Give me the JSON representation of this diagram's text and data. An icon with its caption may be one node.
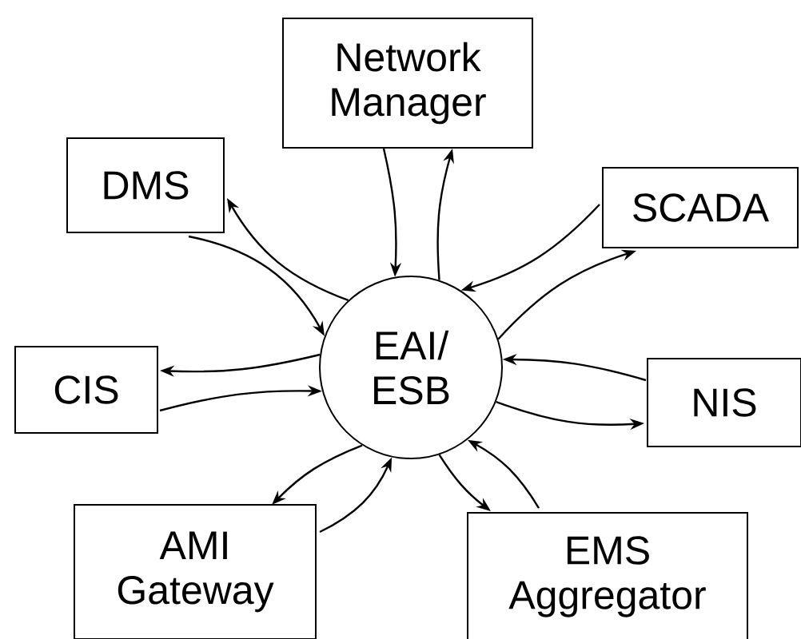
{
  "diagram": {
    "nodes": [
      {
        "text": [
          "EAI/ ESB"
        ]
      },
      {
        "text": [
          "Network Manager"
        ]
      },
      {
        "text": [
          "DMS"
        ]
      },
      {
        "text": [
          "SCADA"
        ]
      },
      {
        "text": [
          "CIS"
        ]
      },
      {
        "text": [
          "NIS"
        ]
      },
      {
        "text": [
          "AMI Gateway"
        ]
      },
      {
        "text": [
          "EMS Aggregator"
        ]
      }
    ],
    "edges": [
      {
        "from": 1,
        "to": 0,
        "arrow": "to"
      },
      {
        "from": 0,
        "to": 1,
        "arrow": "to"
      },
      {
        "from": 0,
        "to": 2,
        "arrow": "to"
      },
      {
        "from": 2,
        "to": 0,
        "arrow": "to"
      },
      {
        "from": 3,
        "to": 0,
        "arrow": "to"
      },
      {
        "from": 0,
        "to": 3,
        "arrow": "to"
      },
      {
        "from": 0,
        "to": 4,
        "arrow": "to"
      },
      {
        "from": 4,
        "to": 0,
        "arrow": "to"
      },
      {
        "from": 5,
        "to": 0,
        "arrow": "to"
      },
      {
        "from": 0,
        "to": 5,
        "arrow": "to"
      },
      {
        "from": 0,
        "to": 6,
        "arrow": "to"
      },
      {
        "from": 6,
        "to": 0,
        "arrow": "to"
      },
      {
        "from": 0,
        "to": 7,
        "arrow": "to"
      },
      {
        "from": 7,
        "to": 0,
        "arrow": "to"
      }
    ]
  }
}
